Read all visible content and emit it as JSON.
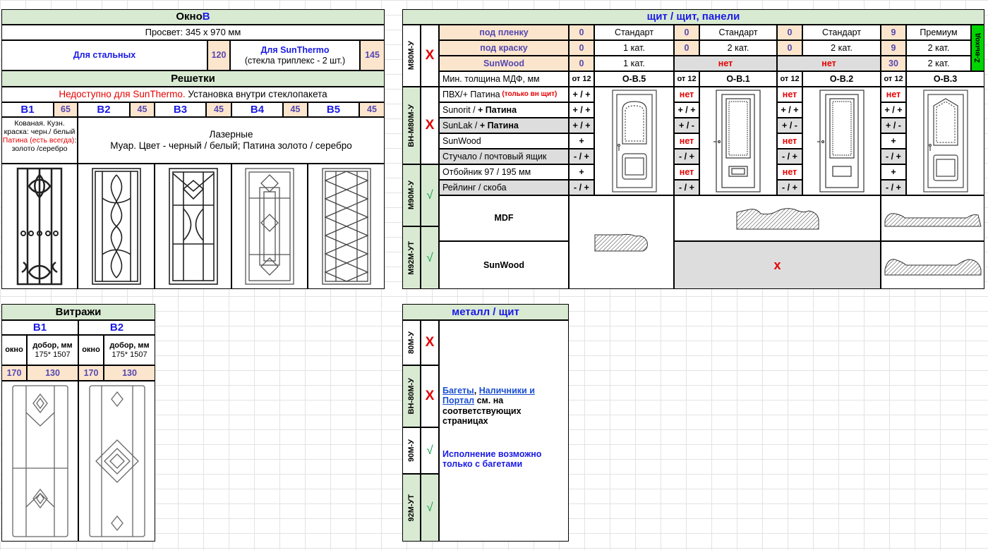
{
  "okno": {
    "title_prefix": "Окно ",
    "title_suffix": "В",
    "prosvet": "Просвет: 345 x 970 мм",
    "steel_label": "Для стальных",
    "steel_value": "120",
    "sunthermo_label": "Для SunThermo",
    "sunthermo_sub": "(стекла триплекс - 2 шт.)",
    "sunthermo_value": "145"
  },
  "reshetki": {
    "title": "Решетки",
    "note_red": "Недоступно для SunThermo.",
    "note_black": " Установка внутри стеклопакета",
    "items": [
      {
        "name": "В1",
        "value": "65"
      },
      {
        "name": "В2",
        "value": "45"
      },
      {
        "name": "В3",
        "value": "45"
      },
      {
        "name": "В4",
        "value": "45"
      },
      {
        "name": "В5",
        "value": "45"
      }
    ],
    "b1_desc_1": "Кованая. Кузн. краска: черн./ белый ",
    "b1_desc_patina": "Патина (есть всегда)",
    "b1_desc_2": ": золото /серебро",
    "laser_title": "Лазерные",
    "laser_desc": "Муар. Цвет - черный / белый; Патина золото / серебро"
  },
  "vitrazhi": {
    "title": "Витражи",
    "items": [
      {
        "name": "В1",
        "okno_label": "окно",
        "dobor_label": "добор, мм",
        "dobor_size": "175* 1507",
        "okno_value": "170",
        "dobor_value": "130"
      },
      {
        "name": "В2",
        "okno_label": "окно",
        "dobor_label": "добор, мм",
        "dobor_size": "175* 1507",
        "okno_value": "170",
        "dobor_value": "130"
      }
    ]
  },
  "shchit": {
    "title": "щит / щит, панели",
    "side_labels": [
      "M80M-У",
      "ВН-M80M-У",
      "M90M-У",
      "M92M-УТ"
    ],
    "side_marks": [
      "X",
      "X",
      "√",
      "√"
    ],
    "z_label": "Z-выход",
    "finish_rows": [
      {
        "label": "под пленку",
        "cols": [
          {
            "n": "0",
            "t": "Стандарт"
          },
          {
            "n": "0",
            "t": "Стандарт"
          },
          {
            "n": "0",
            "t": "Стандарт"
          },
          {
            "n": "9",
            "t": "Премиум"
          }
        ]
      },
      {
        "label": "под краску",
        "cols": [
          {
            "n": "0",
            "t": "1 кат."
          },
          {
            "n": "0",
            "t": "2 кат."
          },
          {
            "n": "0",
            "t": "2 кат."
          },
          {
            "n": "9",
            "t": "2 кат."
          }
        ]
      },
      {
        "label": "SunWood",
        "cols": [
          {
            "n": "0",
            "t": "1 кат."
          },
          {
            "n": "",
            "t": "нет"
          },
          {
            "n": "",
            "t": "нет"
          },
          {
            "n": "30",
            "t": "2 кат."
          }
        ]
      }
    ],
    "min_label": "Мин. толщина МДФ, мм",
    "models": [
      {
        "min": "от 12",
        "name": "О-В.5"
      },
      {
        "min": "от 12",
        "name": "О-В.1"
      },
      {
        "min": "от 12",
        "name": "О-В.2"
      },
      {
        "min": "от 12",
        "name": "О-В.3"
      }
    ],
    "options": [
      {
        "label": "ПВХ/+ Патина",
        "label_red": " (только вн щит)",
        "vals": [
          "+ / +",
          "нет",
          "нет",
          "нет"
        ]
      },
      {
        "label": "Sunorit / ",
        "label_bold": "+ Патина",
        "vals": [
          "+ / +",
          "+ / +",
          "+ / +",
          "+ / +"
        ]
      },
      {
        "label": "SunLak / ",
        "label_bold": "+ Патина",
        "vals": [
          "+ / +",
          "+ / -",
          "+ / -",
          "+ / -"
        ]
      },
      {
        "label": "SunWood",
        "vals": [
          "+",
          "нет",
          "нет",
          "+"
        ]
      },
      {
        "label": "Стучало / почтовый ящик",
        "vals": [
          "- / +",
          "- / +",
          "- / +",
          "- / +"
        ]
      },
      {
        "label": "Отбойник 97 / 195 мм",
        "vals": [
          "+",
          "нет",
          "нет",
          "+"
        ]
      },
      {
        "label": "Рейлинг / скоба",
        "vals": [
          "- / +",
          "- / +",
          "- / +",
          "- / +"
        ]
      }
    ],
    "mdf_label": "MDF",
    "sunwood_label": "SunWood",
    "sunwood_x": "x"
  },
  "metall": {
    "title": "металл / щит",
    "side_labels": [
      "80M-У",
      "ВН-80M-У",
      "90M-У",
      "92M-УТ"
    ],
    "side_marks": [
      "X",
      "X",
      "√",
      "√"
    ],
    "link1": "Багеты",
    "sep": ", ",
    "link2": "Наличники и",
    "link3": "Портал",
    "text_tail": " см. на соответствующих страницах",
    "note": "Исполнение возможно только с багетами"
  },
  "colors": {
    "header_green": "#d9ead3",
    "peach": "#fce5cd",
    "gray": "#dddddd",
    "blue": "#1a1ae6",
    "red": "#e60000",
    "green": "#1aa34a",
    "z_green": "#00d400"
  }
}
